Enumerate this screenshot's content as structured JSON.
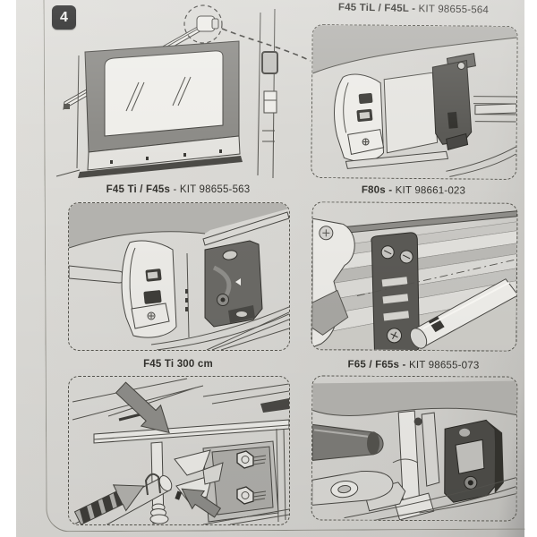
{
  "page": {
    "step_badge": "4",
    "colors": {
      "paper": "#d8d7d3",
      "ink": "#33322e",
      "badge_bg": "#262626",
      "badge_text": "#f2f2f0",
      "dark_part": "#5b5a56",
      "case_gray": "#b5b4b0"
    },
    "labels": {
      "f45til": {
        "bold": "F45 TiL / F45L -",
        "rest": " KIT 98655-564"
      },
      "f45ti": {
        "bold": "F45 Ti / F45s",
        "rest": " - KIT 98655-563"
      },
      "f80s": {
        "bold": "F80s -",
        "rest": " KIT 98661-023"
      },
      "f45ti300": {
        "bold": "F45 Ti 300 cm",
        "rest": ""
      },
      "f65": {
        "bold": "F65 / F65s -",
        "rest": " KIT 98655-073"
      }
    }
  }
}
